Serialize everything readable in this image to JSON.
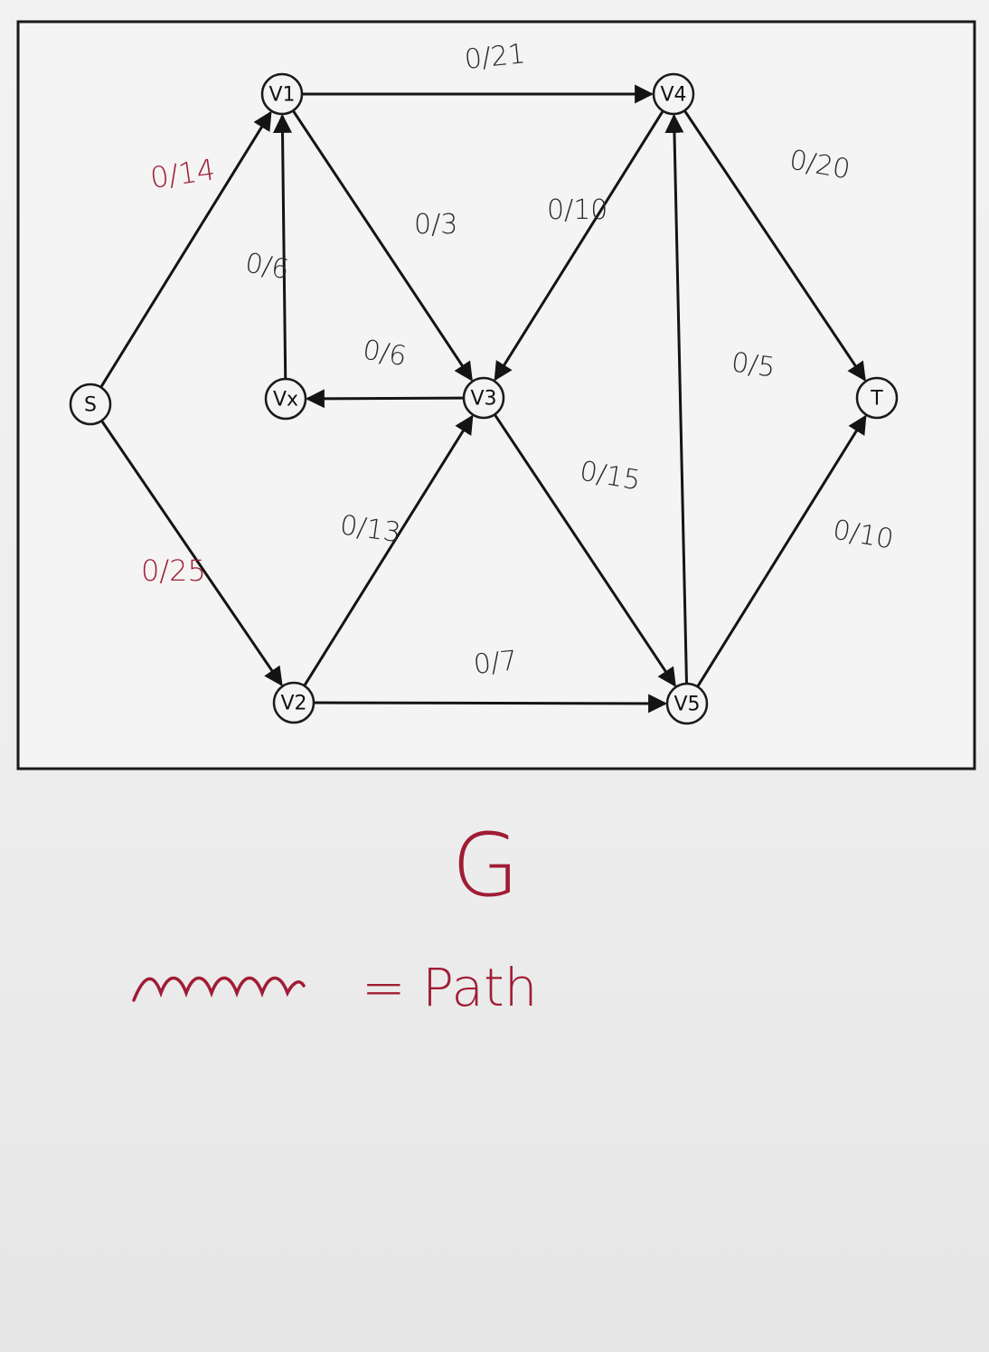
{
  "graph": {
    "nodes": [
      {
        "id": "S",
        "label": "S"
      },
      {
        "id": "V1",
        "label": "V1"
      },
      {
        "id": "Vx",
        "label": "Vx"
      },
      {
        "id": "V3",
        "label": "V3"
      },
      {
        "id": "V2",
        "label": "V2"
      },
      {
        "id": "V4",
        "label": "V4"
      },
      {
        "id": "V5",
        "label": "V5"
      },
      {
        "id": "T",
        "label": "T"
      }
    ],
    "edges": [
      {
        "from": "S",
        "to": "V1",
        "label": "0/14",
        "ink": "red"
      },
      {
        "from": "S",
        "to": "V2",
        "label": "0/25",
        "ink": "red"
      },
      {
        "from": "V1",
        "to": "V4",
        "label": "0/21",
        "ink": "black"
      },
      {
        "from": "V1",
        "to": "V3",
        "label": "0/3",
        "ink": "black"
      },
      {
        "from": "Vx",
        "to": "V1",
        "label": "0/6",
        "ink": "black"
      },
      {
        "from": "V3",
        "to": "Vx",
        "label": "0/6",
        "ink": "black"
      },
      {
        "from": "V2",
        "to": "V3",
        "label": "0/13",
        "ink": "black"
      },
      {
        "from": "V2",
        "to": "V5",
        "label": "0/7",
        "ink": "black"
      },
      {
        "from": "V4",
        "to": "V3",
        "label": "0/10",
        "ink": "black"
      },
      {
        "from": "V3",
        "to": "V5",
        "label": "0/15",
        "ink": "black"
      },
      {
        "from": "V5",
        "to": "V4",
        "label": "0/5",
        "ink": "black"
      },
      {
        "from": "V4",
        "to": "T",
        "label": "0/20",
        "ink": "black"
      },
      {
        "from": "V5",
        "to": "T",
        "label": "0/10",
        "ink": "black"
      }
    ]
  },
  "caption": "G",
  "legend": {
    "text": "= Path"
  },
  "colors": {
    "ink_red": "#a01c34",
    "ink_black": "#1a1a1a",
    "paper": "#f2f2f2"
  }
}
